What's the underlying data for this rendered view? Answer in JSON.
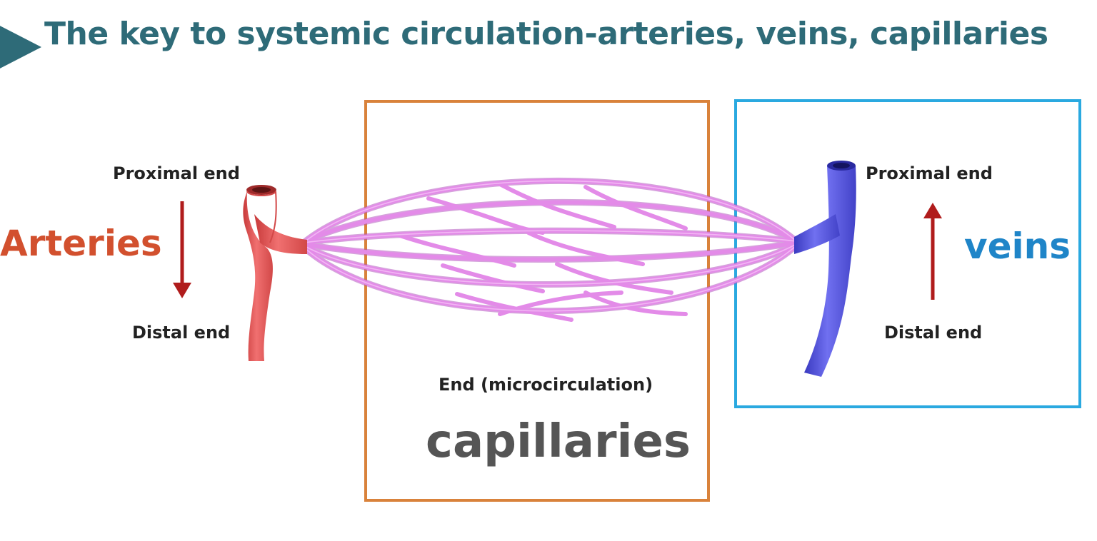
{
  "title": "The key to systemic circulation-arteries, veins, capillaries",
  "arteries": {
    "label": "Arteries",
    "proximal_label": "Proximal end",
    "distal_label": "Distal end",
    "arrow_direction": "down"
  },
  "veins": {
    "label": "veins",
    "proximal_label": "Proximal end",
    "distal_label": "Distal end",
    "arrow_direction": "up"
  },
  "capillaries": {
    "caption": "End (microcirculation)",
    "label": "capillaries"
  },
  "colors": {
    "title": "#2e6b78",
    "arteries_text": "#d2502e",
    "veins_text": "#1f85c8",
    "capillaries_text": "#555555",
    "capillaries_box": "#d9823b",
    "veins_box": "#2aa9e0",
    "artery_vessel": "#e85a5a",
    "vein_vessel": "#5555dd",
    "capillary_network": "#d977e0",
    "arrow": "#b01c1c"
  }
}
